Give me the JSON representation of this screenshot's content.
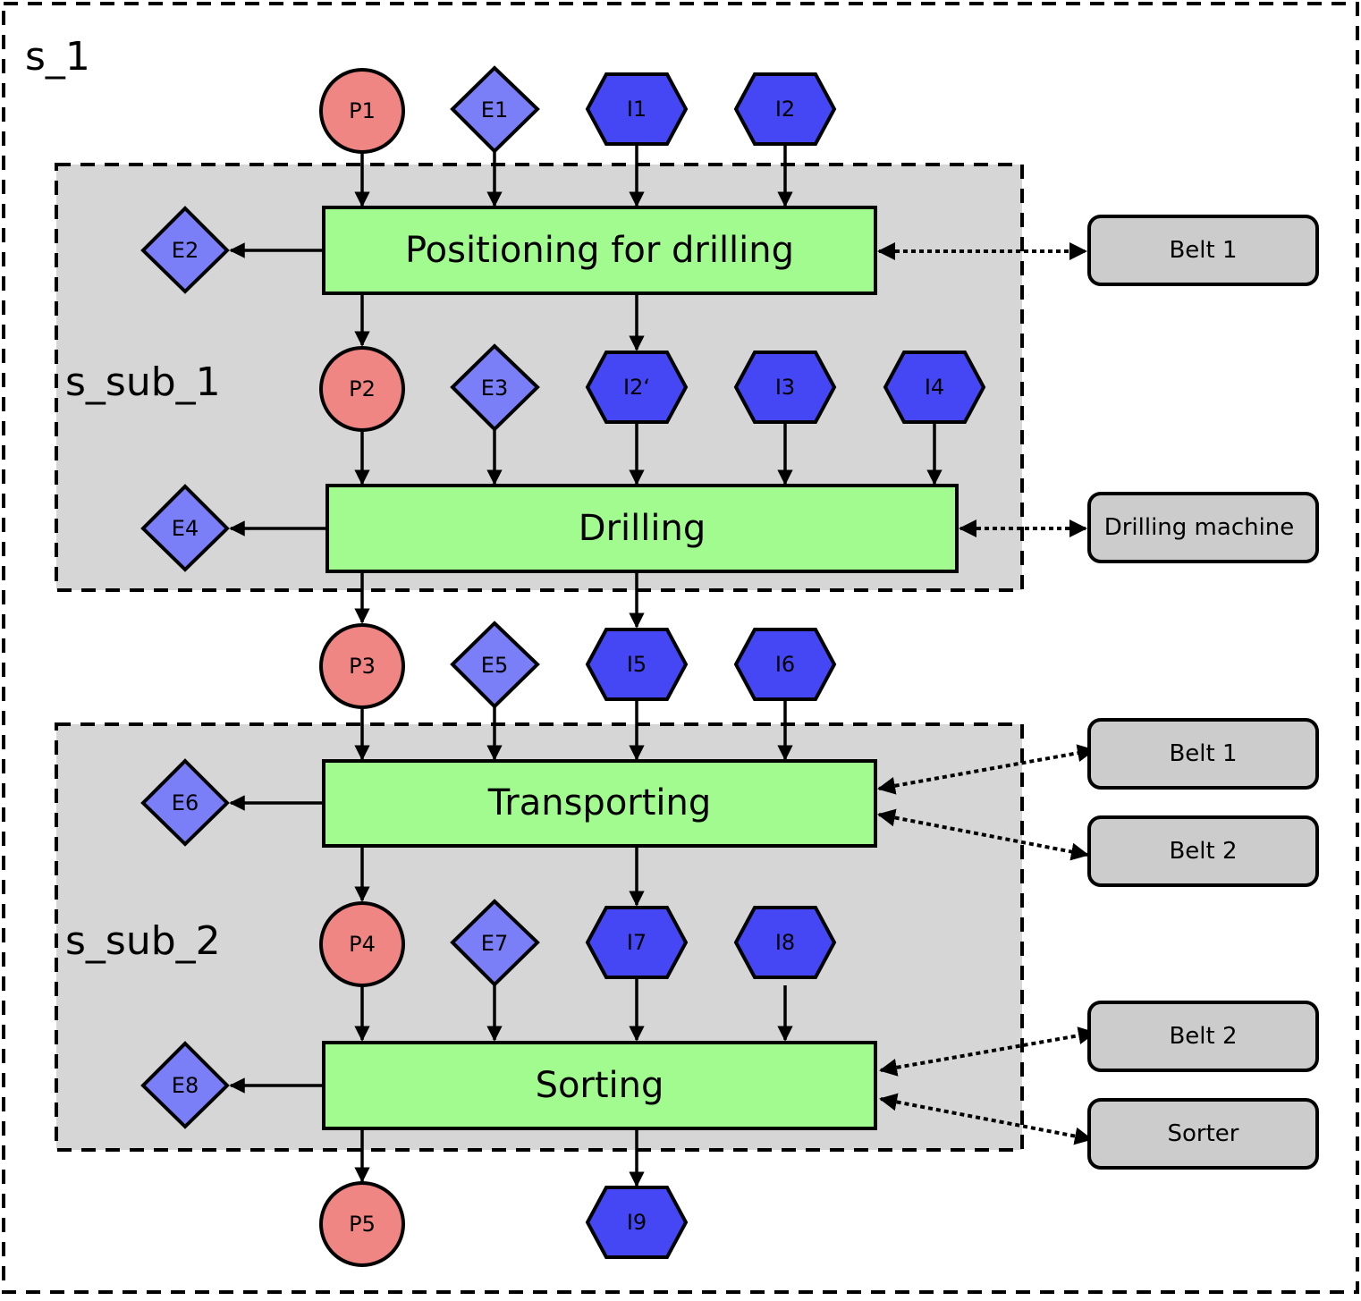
{
  "system": {
    "label": "s_1",
    "subsystems": [
      {
        "id": "sub1",
        "label": "s_sub_1"
      },
      {
        "id": "sub2",
        "label": "s_sub_2"
      }
    ]
  },
  "processes": [
    {
      "id": "pos",
      "label": "Positioning for drilling"
    },
    {
      "id": "drill",
      "label": "Drilling"
    },
    {
      "id": "trans",
      "label": "Transporting"
    },
    {
      "id": "sort",
      "label": "Sorting"
    }
  ],
  "products": [
    {
      "id": "P1",
      "label": "P1"
    },
    {
      "id": "P2",
      "label": "P2"
    },
    {
      "id": "P3",
      "label": "P3"
    },
    {
      "id": "P4",
      "label": "P4"
    },
    {
      "id": "P5",
      "label": "P5"
    }
  ],
  "energies": [
    {
      "id": "E1",
      "label": "E1"
    },
    {
      "id": "E2",
      "label": "E2"
    },
    {
      "id": "E3",
      "label": "E3"
    },
    {
      "id": "E4",
      "label": "E4"
    },
    {
      "id": "E5",
      "label": "E5"
    },
    {
      "id": "E6",
      "label": "E6"
    },
    {
      "id": "E7",
      "label": "E7"
    },
    {
      "id": "E8",
      "label": "E8"
    }
  ],
  "information": [
    {
      "id": "I1",
      "label": "I1"
    },
    {
      "id": "I2",
      "label": "I2"
    },
    {
      "id": "I2p",
      "label": "I2‘"
    },
    {
      "id": "I3",
      "label": "I3"
    },
    {
      "id": "I4",
      "label": "I4"
    },
    {
      "id": "I5",
      "label": "I5"
    },
    {
      "id": "I6",
      "label": "I6"
    },
    {
      "id": "I7",
      "label": "I7"
    },
    {
      "id": "I8",
      "label": "I8"
    },
    {
      "id": "I9",
      "label": "I9"
    }
  ],
  "resources": [
    {
      "id": "R1",
      "label": "Belt 1"
    },
    {
      "id": "R2",
      "label": "Drilling machine"
    },
    {
      "id": "R3",
      "label": "Belt 1"
    },
    {
      "id": "R4",
      "label": "Belt 2"
    },
    {
      "id": "R5",
      "label": "Belt 2"
    },
    {
      "id": "R6",
      "label": "Sorter"
    }
  ],
  "colors": {
    "product": "#f08683",
    "energy": "#7b7ff7",
    "information": "#4547f5",
    "process": "#a1fb8e",
    "resource": "#cccccc",
    "subsystem": "#d6d6d6"
  }
}
